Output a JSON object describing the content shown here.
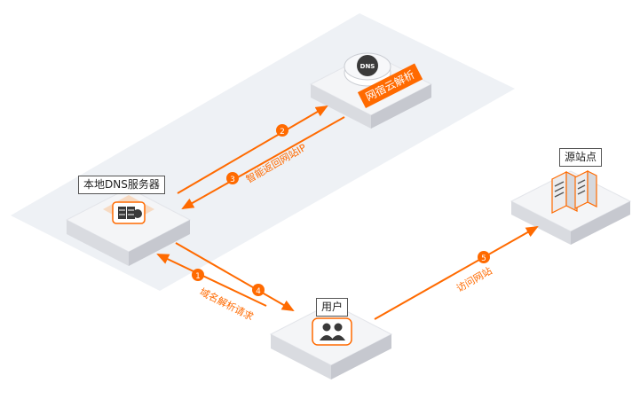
{
  "colors": {
    "accent": "#ff6a00",
    "band": "#eef1f5",
    "box_top": "#f4f5f7",
    "box_left": "#d9dbe0",
    "box_right": "#c6c8cf",
    "icon_dark": "#3a3a3a"
  },
  "nodes": {
    "local_dns": {
      "label": "本地DNS服务器",
      "icon": "server-rack-icon"
    },
    "cloud_dns": {
      "label": "网宿云解析",
      "icon": "dns-globe-icon",
      "badge": "DNS"
    },
    "user": {
      "label": "用户",
      "icon": "user-icon"
    },
    "origin": {
      "label": "源站点",
      "icon": "server-towers-icon"
    }
  },
  "steps": [
    {
      "num": "1",
      "text": "域名解析请求"
    },
    {
      "num": "2",
      "text": ""
    },
    {
      "num": "3",
      "text": "智能返回网站IP"
    },
    {
      "num": "4",
      "text": ""
    },
    {
      "num": "5",
      "text": "访问网站"
    }
  ]
}
